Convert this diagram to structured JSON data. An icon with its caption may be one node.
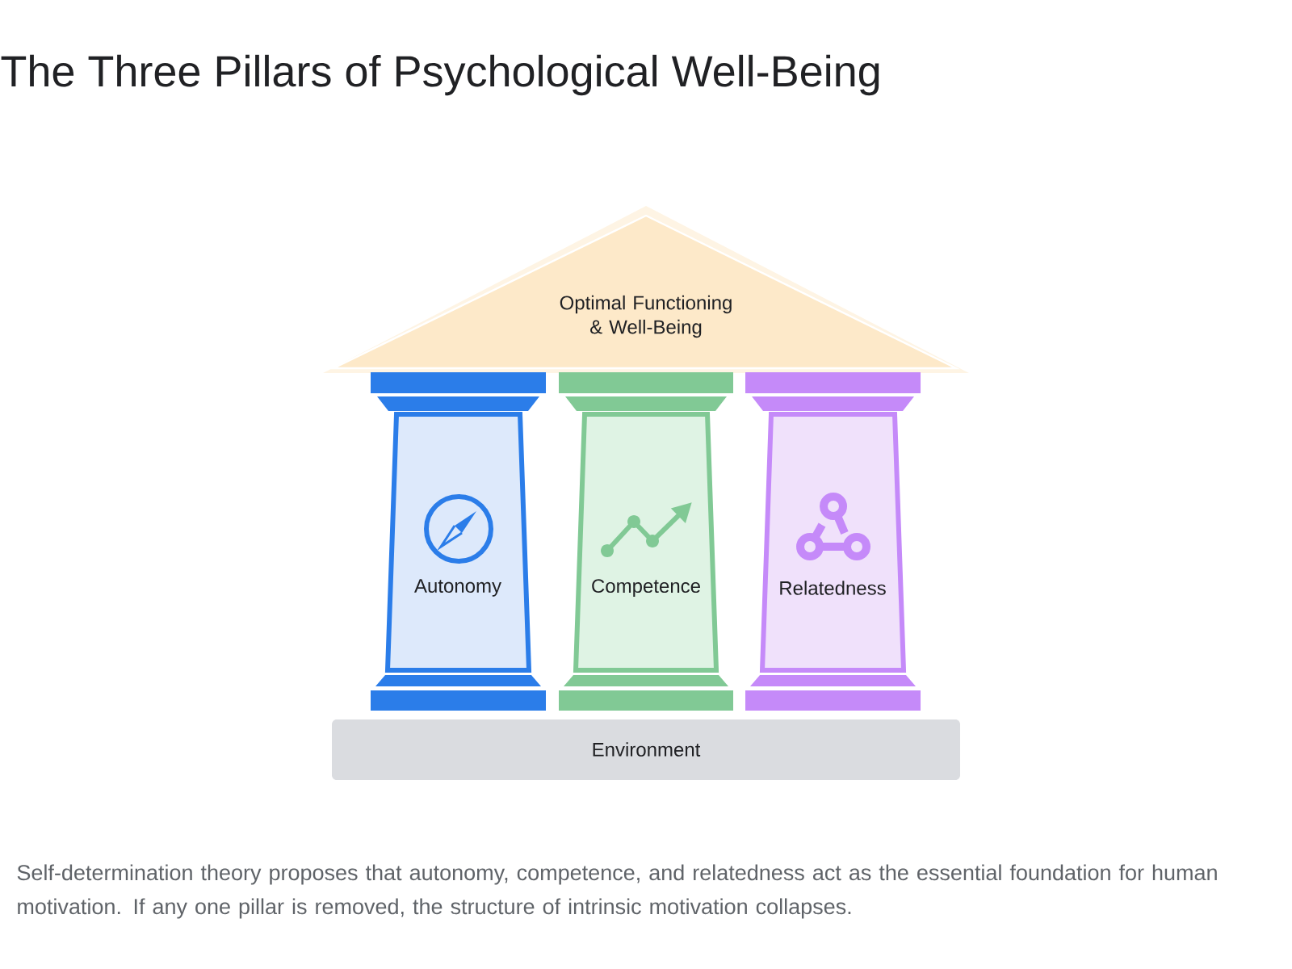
{
  "diagram": {
    "title": "The Three Pillars of Psychological Well-Being",
    "caption": "Self-determination theory proposes that autonomy, competence, and relatedness act as the essential foundation for human motivation. If any one pillar is removed, the structure of intrinsic motivation collapses.",
    "nodes": [
      {
        "text": [
          "Optimal Functioning & Well-Being"
        ]
      },
      {
        "text": [
          "Autonomy"
        ]
      },
      {
        "text": [
          "Competence"
        ]
      },
      {
        "text": [
          "Relatedness"
        ]
      },
      {
        "text": [
          "Environment"
        ]
      }
    ]
  }
}
